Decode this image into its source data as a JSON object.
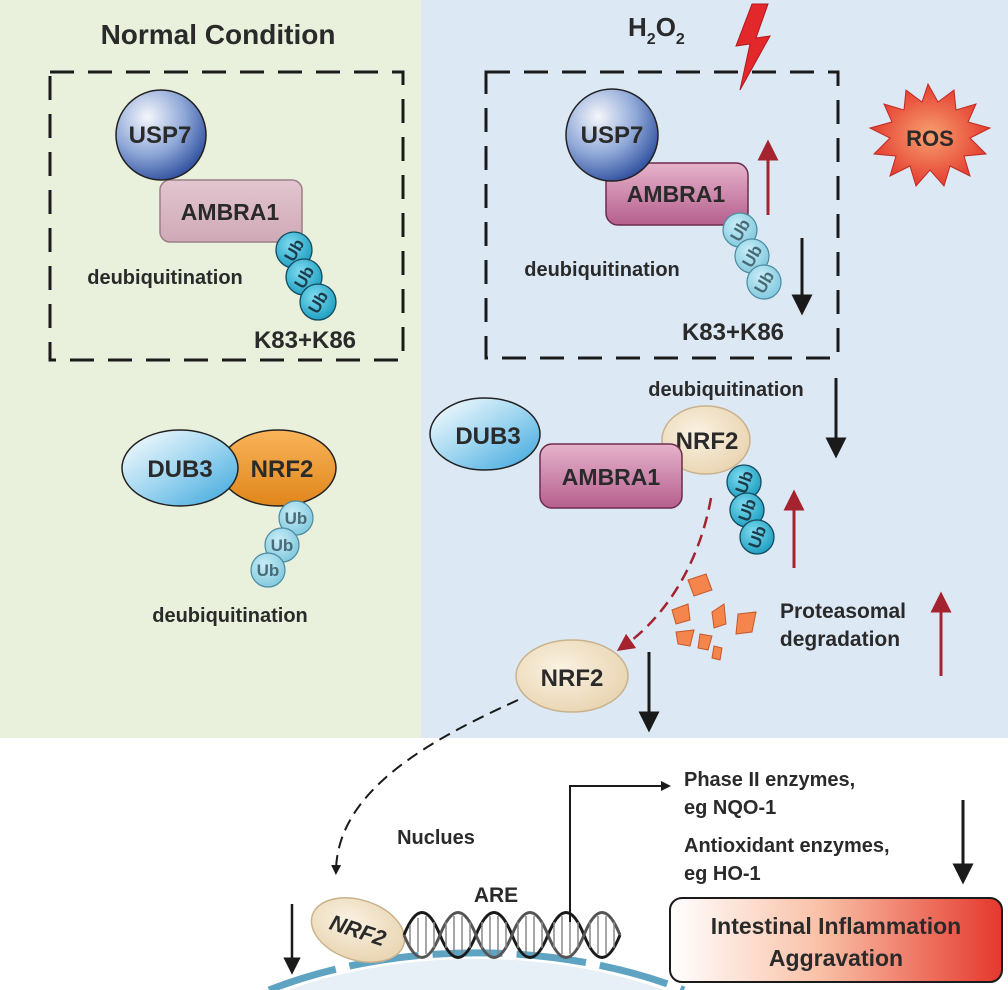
{
  "left_panel": {
    "title": "Normal Condition",
    "complex1": {
      "usp7": "USP7",
      "ambra1": "AMBRA1",
      "ub": [
        "Ub",
        "Ub",
        "Ub"
      ],
      "process": "deubiquitination",
      "sites": "K83+K86"
    },
    "complex2": {
      "dub3": "DUB3",
      "nrf2": "NRF2",
      "ub": [
        "Ub",
        "Ub",
        "Ub"
      ],
      "process": "deubiquitination"
    }
  },
  "right_panel": {
    "stimulus_base": "H",
    "stimulus_sub1": "2",
    "stimulus_mid": "O",
    "stimulus_sub2": "2",
    "ros": "ROS",
    "complex1": {
      "usp7": "USP7",
      "ambra1": "AMBRA1",
      "ub": [
        "Ub",
        "Ub",
        "Ub"
      ],
      "process": "deubiquitination",
      "sites": "K83+K86"
    },
    "between_label": "deubiquitination",
    "complex2": {
      "dub3": "DUB3",
      "ambra1": "AMBRA1",
      "nrf2": "NRF2",
      "ub": [
        "Ub",
        "Ub",
        "Ub"
      ]
    },
    "degradation_line1": "Proteasomal",
    "degradation_line2": "degradation",
    "free_nrf2": "NRF2"
  },
  "bottom": {
    "nucleus_label": "Nuclues",
    "nucleus_nrf2": "NRF2",
    "are": "ARE",
    "target1_line1": "Phase II enzymes,",
    "target1_line2": "eg NQO-1",
    "target2_line1": "Antioxidant enzymes,",
    "target2_line2": "eg HO-1",
    "outcome_line1": "Intestinal Inflammation",
    "outcome_line2": "Aggravation"
  },
  "colors": {
    "left_bg": "#e9f1dc",
    "right_bg": "#dce9f5",
    "up_arrow": "#a4232e",
    "down_arrow": "#1a1a1a",
    "nucleus_membrane": "#5fa3c2"
  }
}
